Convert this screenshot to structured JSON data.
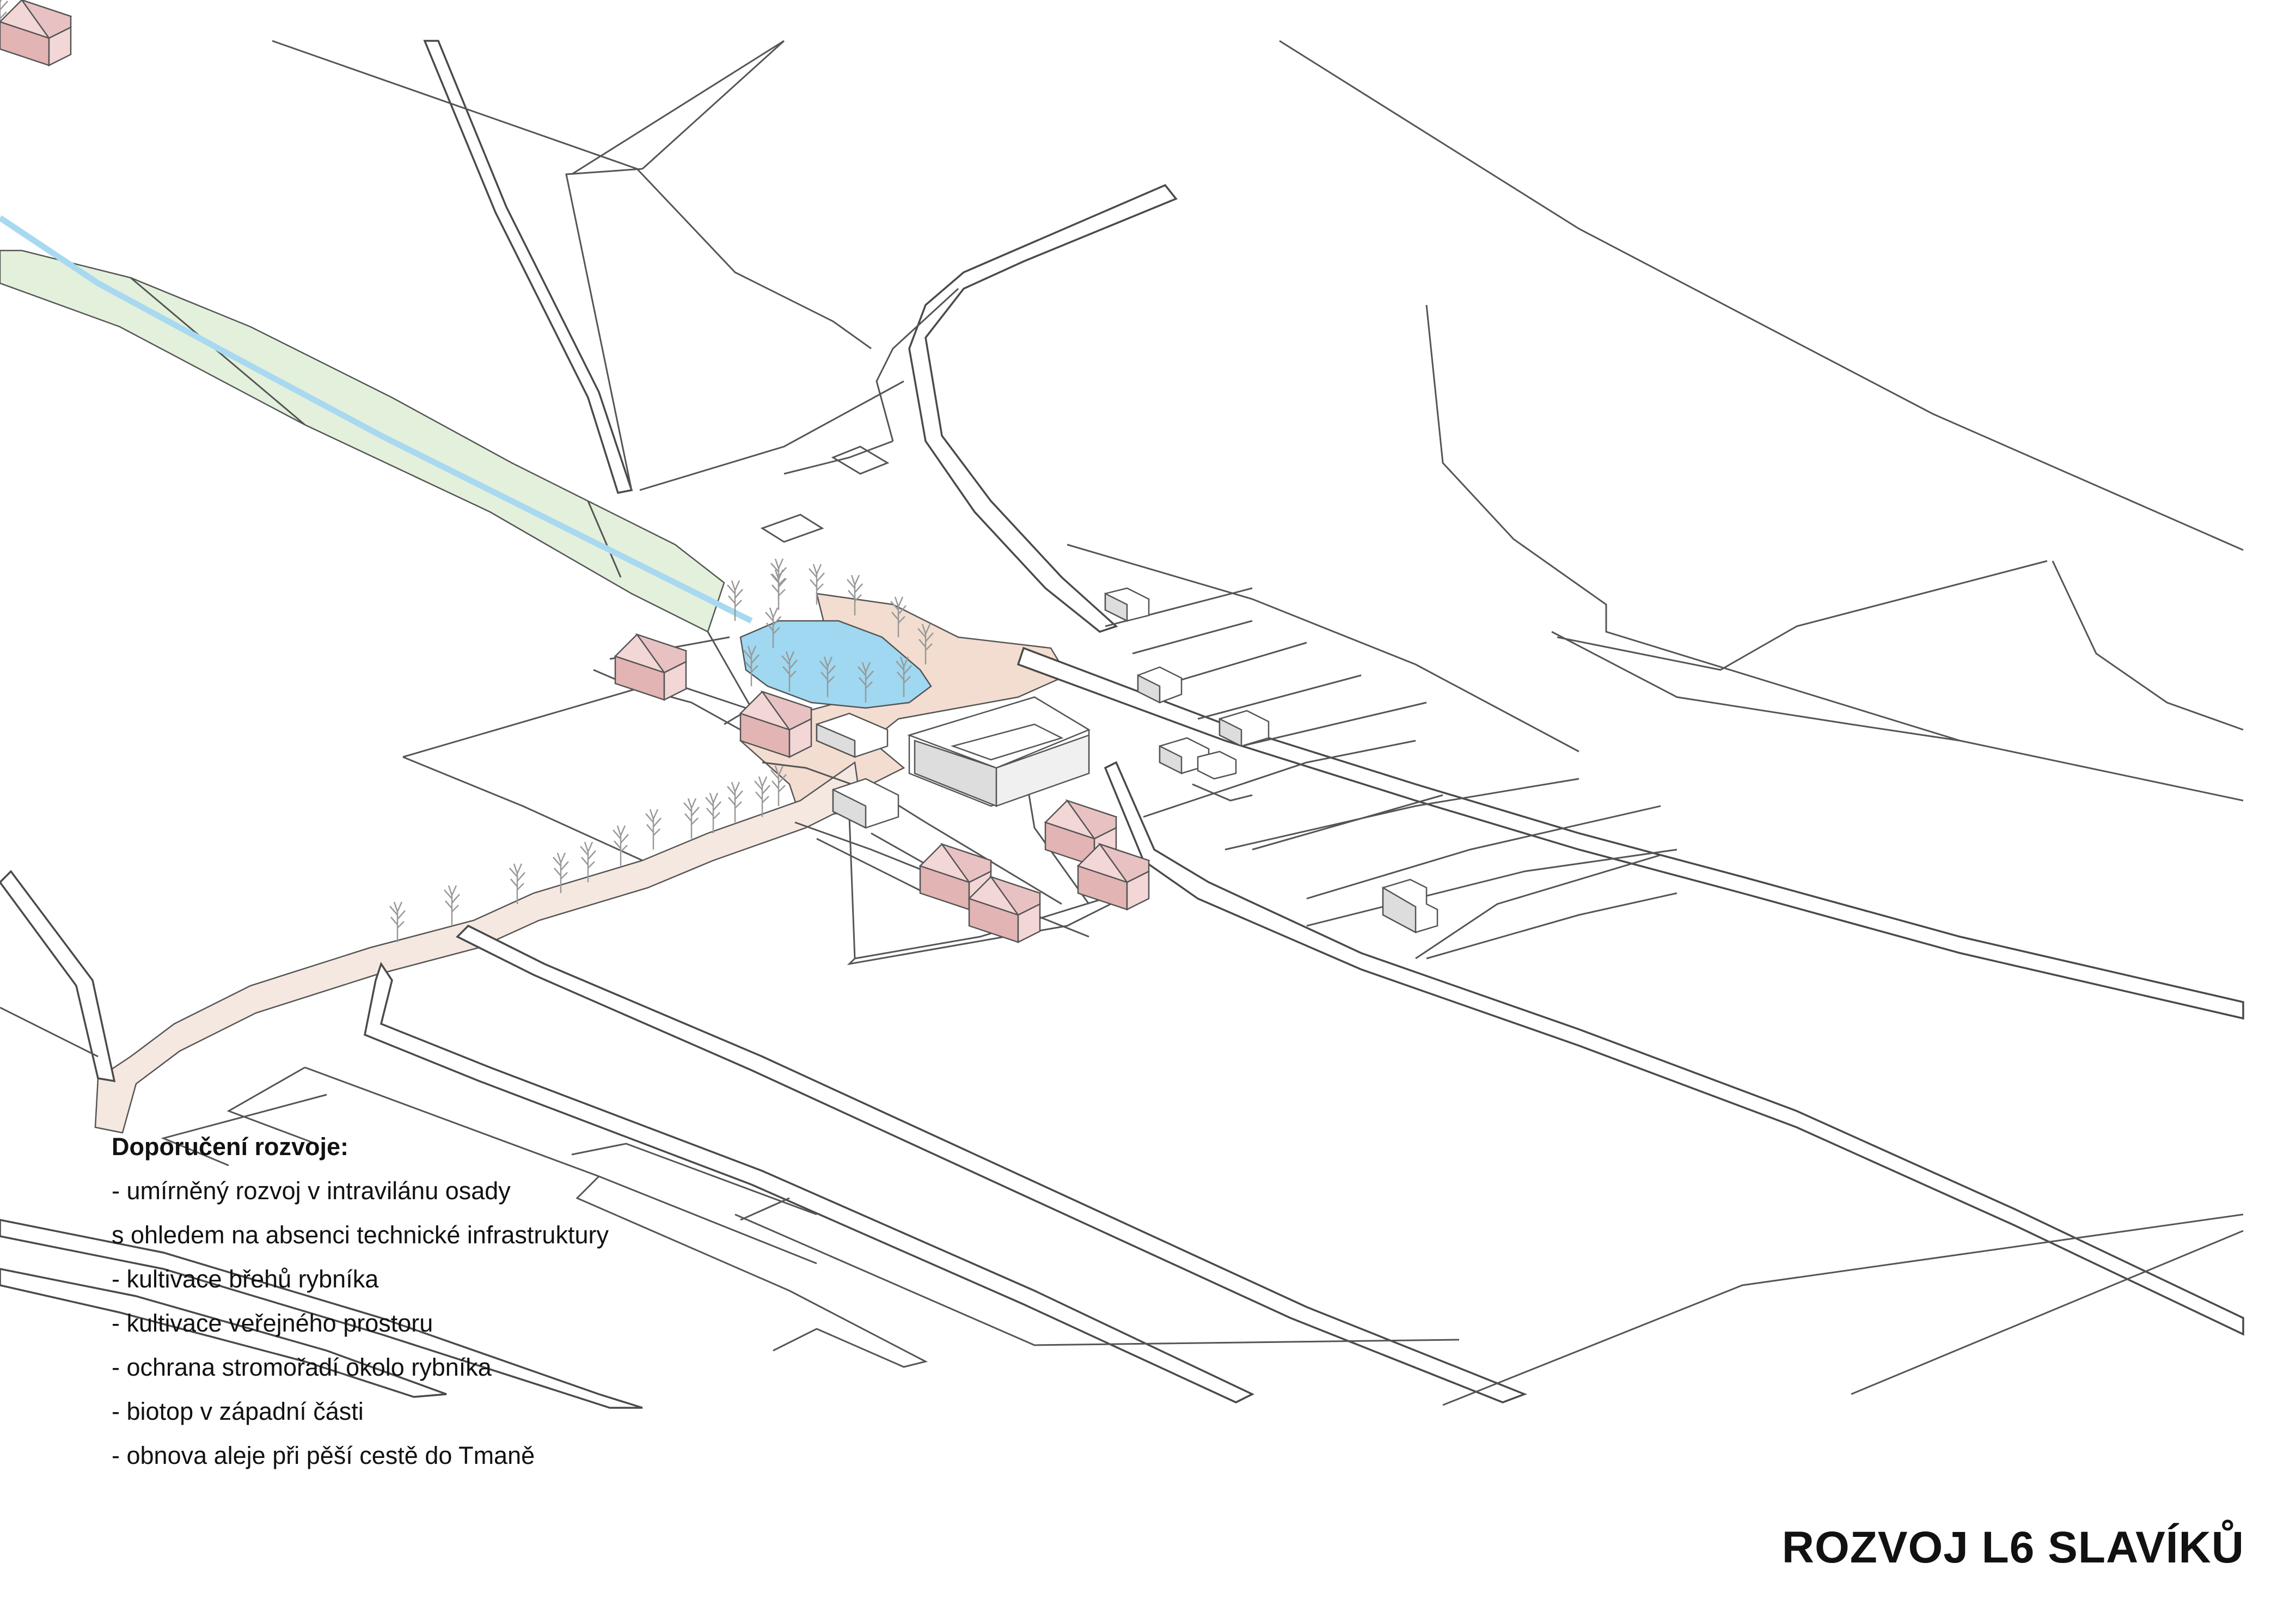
{
  "title": "ROZVOJ L6 SLAVÍKŮ",
  "notes": {
    "heading": "Doporučení rozvoje:",
    "items": [
      "- umírněný rozvoj v intravilánu osady",
      "s ohledem na absenci technické infrastruktury",
      "- kultivace břehů rybníka",
      "- kultivace veřejného prostoru",
      "- ochrana stromořadí okolo rybníka",
      "- biotop v západní části",
      "- obnova aleje při pěší cestě do Tmaně"
    ]
  },
  "colors": {
    "pond": "#9fd8f0",
    "stream": "#a8d9f0",
    "biotope": "#e3f0dc",
    "public_space": "#f2ddd0",
    "new_house_roof": "#f3d6d6",
    "new_house_wall": "#e2b4b4",
    "existing_building": "#ffffff",
    "linework": "#555555"
  }
}
